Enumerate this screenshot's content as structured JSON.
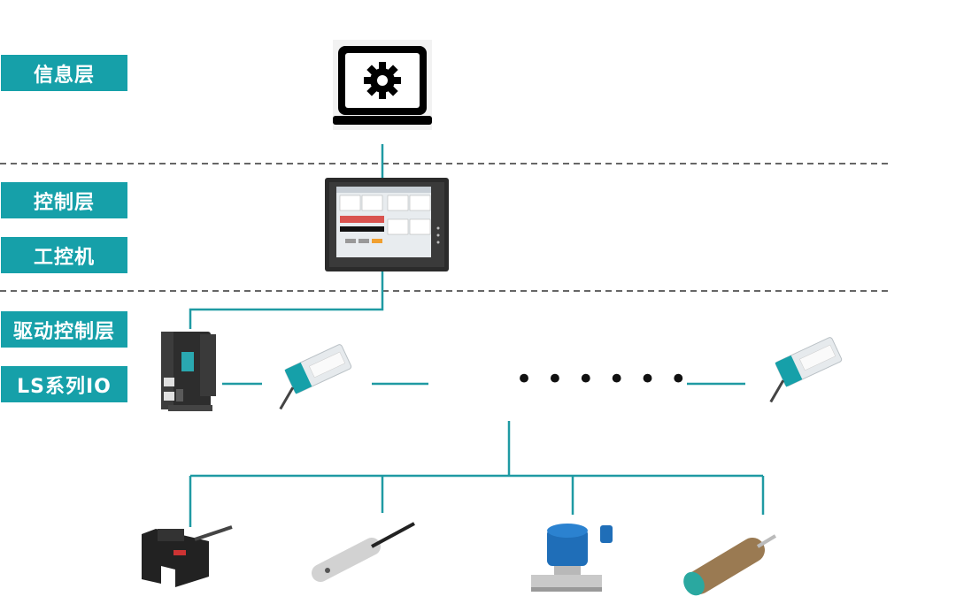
{
  "layers": {
    "info": "信息层",
    "control": "控制层",
    "ipc": "工控机",
    "drive": "驱动控制层",
    "io": "LS系列IO"
  },
  "ellipsis": "• • • • • •",
  "colors": {
    "label_bg": "#16a0a9",
    "connector": "#1f9aa3",
    "divider": "#333333"
  },
  "icons": {
    "host": "laptop-gear-icon",
    "ipc": "touch-panel-icon",
    "io_head": "io-coupler-icon",
    "io_module": "io-module-icon",
    "sensor_1": "slot-photoelectric-sensor-icon",
    "sensor_2": "cylinder-magnetic-sensor-icon",
    "sensor_3": "solenoid-valve-icon",
    "sensor_4": "inductive-proximity-sensor-icon"
  }
}
